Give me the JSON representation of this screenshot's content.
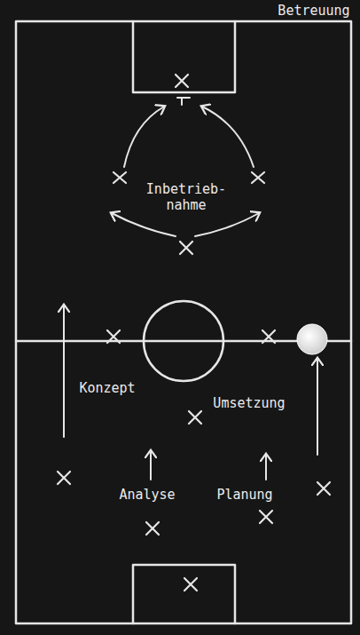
{
  "diagram": {
    "labels": [
      "Betreuung",
      "Inbetrieb- nahme",
      "Konzept",
      "Umsetzung",
      "Analyse",
      "Planung"
    ]
  }
}
